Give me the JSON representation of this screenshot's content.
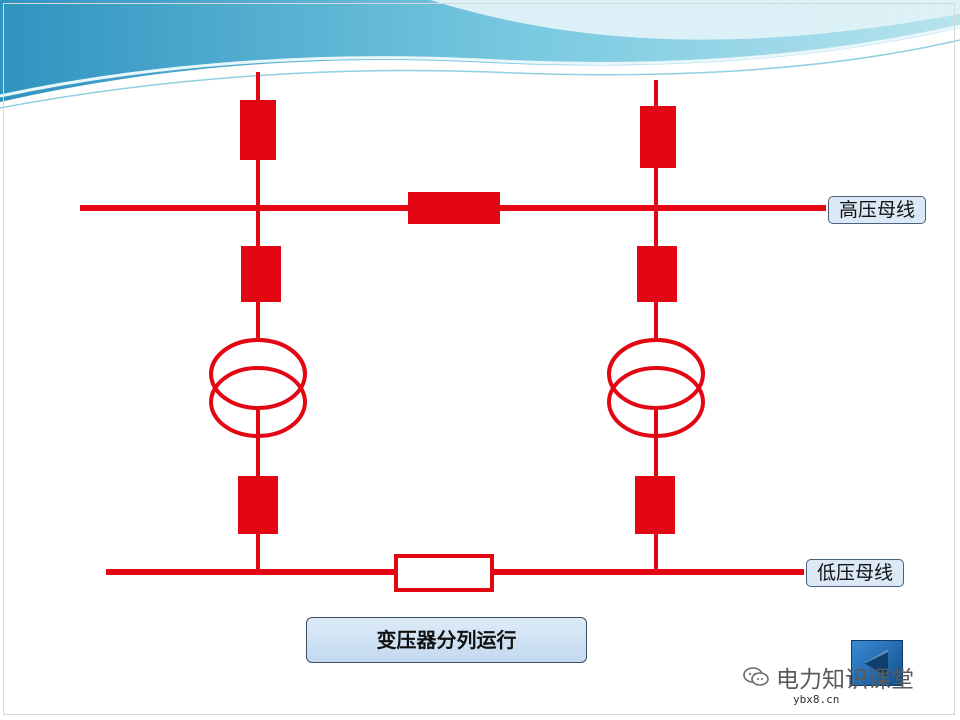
{
  "labels": {
    "hv_bus": "高压母线",
    "lv_bus": "低压母线",
    "caption": "变压器分列运行"
  },
  "watermark": {
    "text": "电力知识课堂",
    "site": "ybx8.cn"
  },
  "colors": {
    "circuit": "#e30613",
    "header_wave": "#5bb8d6",
    "label_fill": "#dbe9f7"
  },
  "icons": {
    "nav": "triangle-left-icon",
    "watermark": "wechat-icon"
  }
}
